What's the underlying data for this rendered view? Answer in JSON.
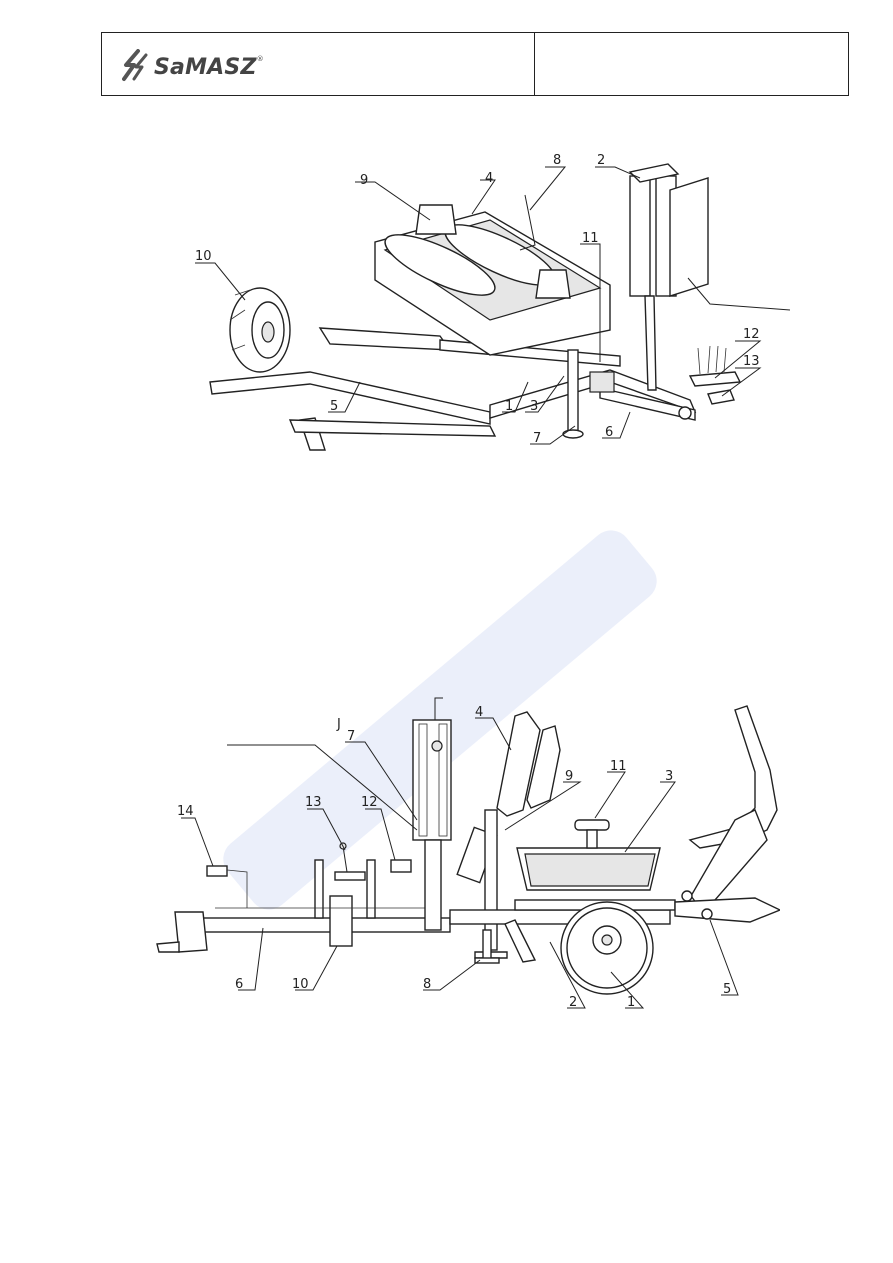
{
  "header": {
    "brand": "SaMASZ",
    "registered": "®",
    "right_cell": ""
  },
  "figure_top": {
    "labels": [
      "1",
      "2",
      "3",
      "4",
      "5",
      "6",
      "7",
      "8",
      "9",
      "10",
      "11",
      "12",
      "13"
    ]
  },
  "figure_bottom": {
    "labels": [
      "1",
      "2",
      "3",
      "4",
      "5",
      "6",
      "7",
      "8",
      "9",
      "10",
      "11",
      "12",
      "13",
      "14",
      "J"
    ]
  },
  "colors": {
    "line": "#222222",
    "watermark": "#8aa0e6"
  }
}
